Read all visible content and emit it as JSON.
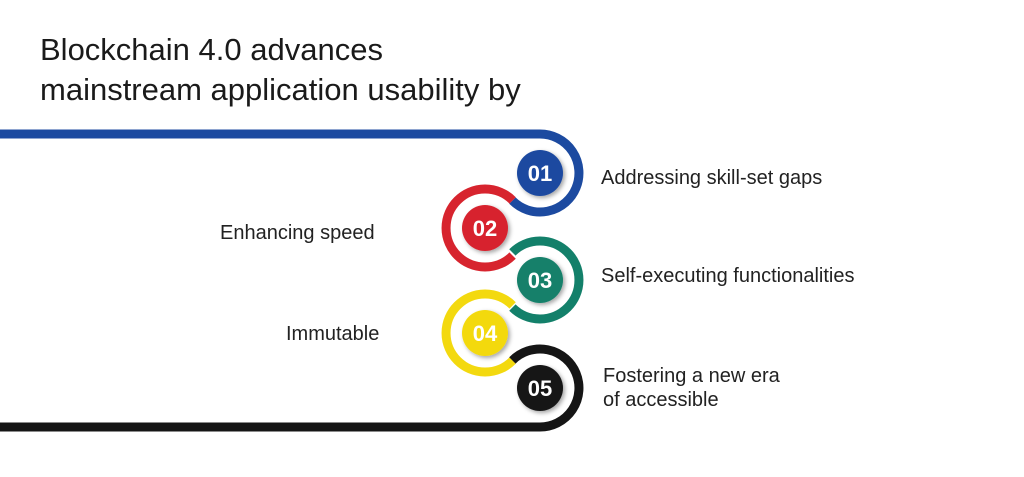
{
  "title": {
    "line1": "Blockchain 4.0 advances",
    "line2": "mainstream application usability by"
  },
  "steps": [
    {
      "number": "01",
      "label": "Addressing skill-set gaps",
      "color": "#1c4aa0"
    },
    {
      "number": "02",
      "label": "Enhancing speed",
      "color": "#d7242e"
    },
    {
      "number": "03",
      "label": "Self-executing functionalities",
      "color": "#13806a"
    },
    {
      "number": "04",
      "label": "Immutable",
      "color": "#f3d90f"
    },
    {
      "number": "05",
      "label": "Fostering a new era",
      "label2": "of accessible",
      "color": "#151515"
    }
  ]
}
